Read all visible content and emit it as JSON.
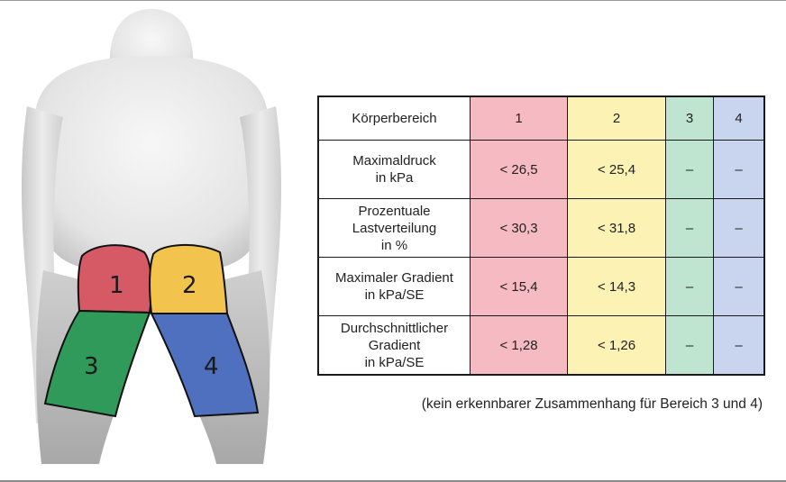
{
  "figure": {
    "zone_labels": [
      "1",
      "2",
      "3",
      "4"
    ],
    "zone_colors": [
      "#d65a66",
      "#f2c44e",
      "#2f9a5a",
      "#4f6fbf"
    ]
  },
  "table": {
    "header": [
      "Körperbereich",
      "1",
      "2",
      "3",
      "4"
    ],
    "rows": [
      {
        "label": "Maximaldruck\nin kPa",
        "values": [
          "< 26,5",
          "< 25,4",
          "–",
          "–"
        ]
      },
      {
        "label": "Prozentuale\nLastverteilung\nin %",
        "values": [
          "< 30,3",
          "< 31,8",
          "–",
          "–"
        ]
      },
      {
        "label": "Maximaler Gradient\nin kPa/SE",
        "values": [
          "< 15,4",
          "< 14,3",
          "–",
          "–"
        ]
      },
      {
        "label": "Durchschnittlicher\nGradient\nin kPa/SE",
        "values": [
          "< 1,28",
          "< 1,26",
          "–",
          "–"
        ]
      }
    ],
    "column_colors": [
      "#ffffff",
      "#f6bac2",
      "#fbf2b4",
      "#bfe4d0",
      "#c9d4ef"
    ]
  },
  "footnote": "(kein erkennbarer Zusammenhang für Bereich 3 und 4)"
}
